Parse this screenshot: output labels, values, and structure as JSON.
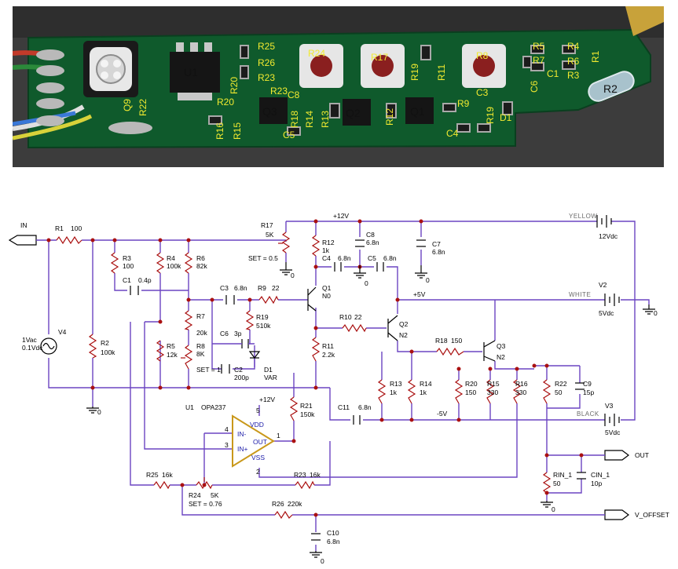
{
  "photo": {
    "board_color": "#0f5a2c",
    "silk_labels": [
      "R25",
      "R26",
      "R23",
      "R24",
      "R17",
      "R19",
      "R11",
      "R8",
      "R5",
      "R4",
      "R7",
      "R6",
      "C1",
      "R3",
      "R1",
      "R2",
      "U1",
      "R20",
      "R22",
      "Q9",
      "R20",
      "R16",
      "R15",
      "R23",
      "C8",
      "R18",
      "R14",
      "R13",
      "Q3",
      "Q2",
      "R12",
      "Q1",
      "C5",
      "R9",
      "C3",
      "R19",
      "D1",
      "C4",
      "C6"
    ]
  },
  "schematic": {
    "ports": {
      "in": "IN",
      "out": "OUT",
      "v_offset": "V_OFFSET"
    },
    "rails": {
      "p12": "+12V",
      "p5": "+5V",
      "m5": "-5V"
    },
    "wires": {
      "yellow": "YELLOW",
      "white": "WHITE",
      "black": "BLACK"
    },
    "sources": {
      "v4": {
        "name": "V4",
        "v1": "1Vac",
        "v2": "0.1Vdc"
      },
      "yel": {
        "value": "12Vdc"
      },
      "v2": {
        "name": "V2",
        "value": "5Vdc"
      },
      "v3": {
        "name": "V3",
        "value": "5Vdc"
      }
    },
    "r1": {
      "name": "R1",
      "value": "100"
    },
    "r2": {
      "name": "R2",
      "value": "100k"
    },
    "r3": {
      "name": "R3",
      "value": "100"
    },
    "r4": {
      "name": "R4",
      "value": "100k"
    },
    "r5": {
      "name": "R5",
      "value": "12k"
    },
    "r6": {
      "name": "R6",
      "value": "82k"
    },
    "r7": {
      "name": "R7",
      "value": "20k"
    },
    "r8": {
      "name": "R8",
      "value": "8K",
      "set": "SET = 1"
    },
    "r9": {
      "name": "R9",
      "value": "22"
    },
    "r10": {
      "name": "R10",
      "value": "22"
    },
    "r11": {
      "name": "R11",
      "value": "2.2k"
    },
    "r12": {
      "name": "R12",
      "value": "1k"
    },
    "r13": {
      "name": "R13",
      "value": "1k"
    },
    "r14": {
      "name": "R14",
      "value": "1k"
    },
    "r15": {
      "name": "R15",
      "value": "330"
    },
    "r16": {
      "name": "R16",
      "value": "330"
    },
    "r17": {
      "name": "R17",
      "value": "5K",
      "set": "SET = 0.5"
    },
    "r18": {
      "name": "R18",
      "value": "150"
    },
    "r19": {
      "name": "R19",
      "value": "510k"
    },
    "r20": {
      "name": "R20",
      "value": "150"
    },
    "r21": {
      "name": "R21",
      "value": "150k"
    },
    "r22": {
      "name": "R22",
      "value": "50"
    },
    "r23": {
      "name": "R23",
      "value": "16k"
    },
    "r24": {
      "name": "R24",
      "value": "5K",
      "set": "SET = 0.76"
    },
    "r25": {
      "name": "R25",
      "value": "16k"
    },
    "r26": {
      "name": "R26",
      "value": "220k"
    },
    "rin": {
      "name": "RIN_1",
      "value": "50"
    },
    "c1": {
      "name": "C1",
      "value": "0.4p"
    },
    "c2": {
      "name": "C2",
      "value": "200p"
    },
    "c3": {
      "name": "C3",
      "value": "6.8n"
    },
    "c4": {
      "name": "C4",
      "value": "6.8n"
    },
    "c5": {
      "name": "C5",
      "value": "6.8n"
    },
    "c6": {
      "name": "C6",
      "value": "3p"
    },
    "c7": {
      "name": "C7",
      "value": "6.8n"
    },
    "c8": {
      "name": "C8",
      "value": "6.8n"
    },
    "c9": {
      "name": "C9",
      "value": "15p"
    },
    "c10": {
      "name": "C10",
      "value": "6.8n"
    },
    "c11": {
      "name": "C11",
      "value": "6.8n"
    },
    "cin": {
      "name": "CIN_1",
      "value": "10p"
    },
    "d1": {
      "name": "D1",
      "value": "VAR"
    },
    "q1": {
      "name": "Q1",
      "type": "N0"
    },
    "q2": {
      "name": "Q2",
      "type": "N2"
    },
    "q3": {
      "name": "Q3",
      "type": "N2"
    },
    "u1": {
      "name": "U1",
      "part": "OPA237",
      "vdd": "VDD",
      "vss": "VSS",
      "inm": "IN-",
      "inp": "IN+",
      "out": "OUT",
      "p1": "1",
      "p2": "2",
      "p3": "3",
      "p4": "4",
      "p5": "5",
      "supply": "+12V"
    },
    "gnd": "0"
  }
}
